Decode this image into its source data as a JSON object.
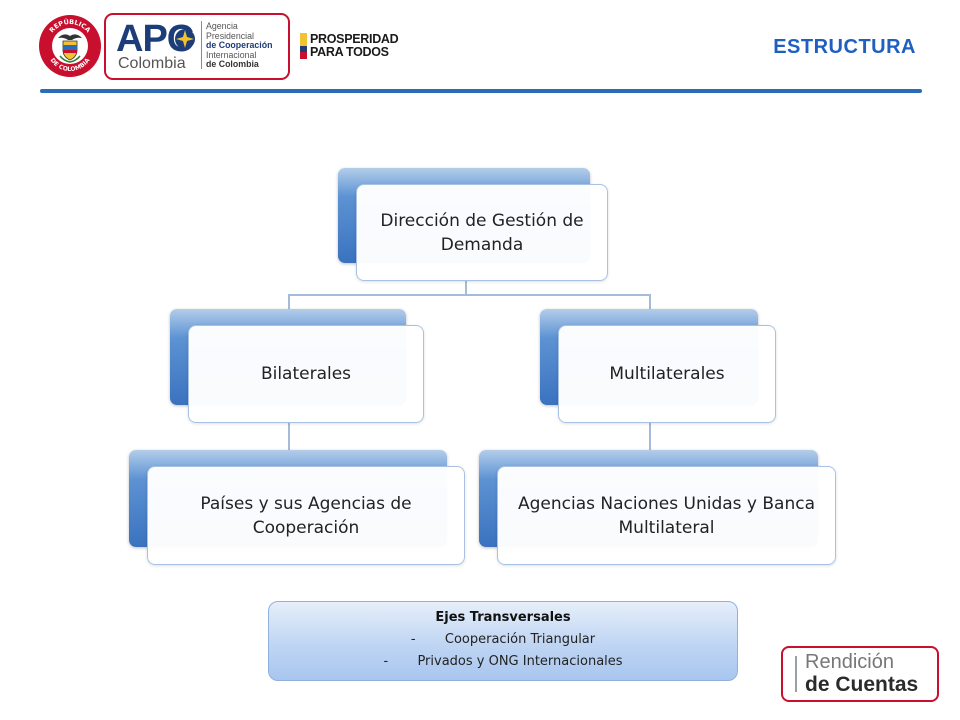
{
  "header": {
    "seal": {
      "text_top": "REPÚBLICA",
      "text_bottom": "DE COLOMBIA"
    },
    "apc_logo": {
      "letters": "APC",
      "country": "Colombia",
      "agency_lines": [
        "Agencia",
        "Presidencial",
        "de Cooperación",
        "Internacional",
        "de Colombia"
      ]
    },
    "prosperidad_logo": {
      "line1": "PROSPERIDAD",
      "line2": "PARA TODOS"
    },
    "page_title": "ESTRUCTURA",
    "colors": {
      "accent": "#2b6cb8",
      "title": "#1f5fbf",
      "brand_red": "#c8102e"
    }
  },
  "org_chart": {
    "root": {
      "label": "Dirección de Gestión de Demanda"
    },
    "branches": [
      {
        "label": "Bilaterales",
        "child": {
          "label": "Países y sus Agencias de Cooperación"
        }
      },
      {
        "label": "Multilaterales",
        "child": {
          "label": "Agencias Naciones Unidas y Banca Multilateral"
        }
      }
    ]
  },
  "ejes": {
    "title": "Ejes Transversales",
    "items": [
      {
        "bullet": "-",
        "text": "Cooperación Triangular"
      },
      {
        "bullet": "-",
        "text": "Privados y ONG Internacionales"
      }
    ]
  },
  "footer_logo": {
    "line1": "Rendición",
    "line2": "de Cuentas"
  }
}
